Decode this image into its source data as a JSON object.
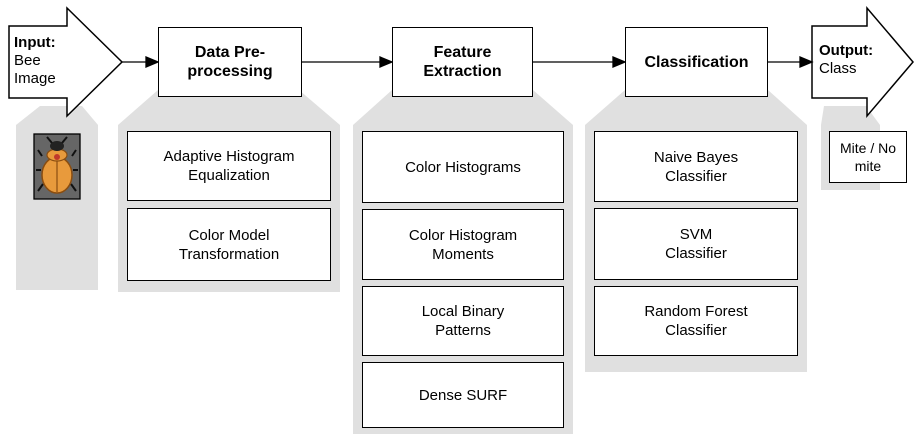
{
  "input": {
    "title": "Input:",
    "line1": "Bee",
    "line2": "Image"
  },
  "output": {
    "title": "Output:",
    "line1": "Class"
  },
  "stages": [
    {
      "label": "Data Pre-processing"
    },
    {
      "label": "Feature Extraction"
    },
    {
      "label": "Classification"
    }
  ],
  "preprocessing": [
    {
      "label": "Adaptive Histogram Equalization"
    },
    {
      "label": "Color Model Transformation"
    }
  ],
  "features": [
    {
      "label": "Color Histograms"
    },
    {
      "label": "Color Histogram Moments"
    },
    {
      "label": "Local Binary Patterns"
    },
    {
      "label": "Dense SURF"
    }
  ],
  "classifiers": [
    {
      "label": "Naive Bayes Classifier"
    },
    {
      "label": "SVM Classifier"
    },
    {
      "label": "Random Forest Classifier"
    }
  ],
  "result": {
    "label": "Mite / No mite"
  },
  "colors": {
    "panel": "#e0e0e0",
    "bee_body": "#e89a3c",
    "bee_head": "#c0392b",
    "image_bg": "#666666"
  }
}
